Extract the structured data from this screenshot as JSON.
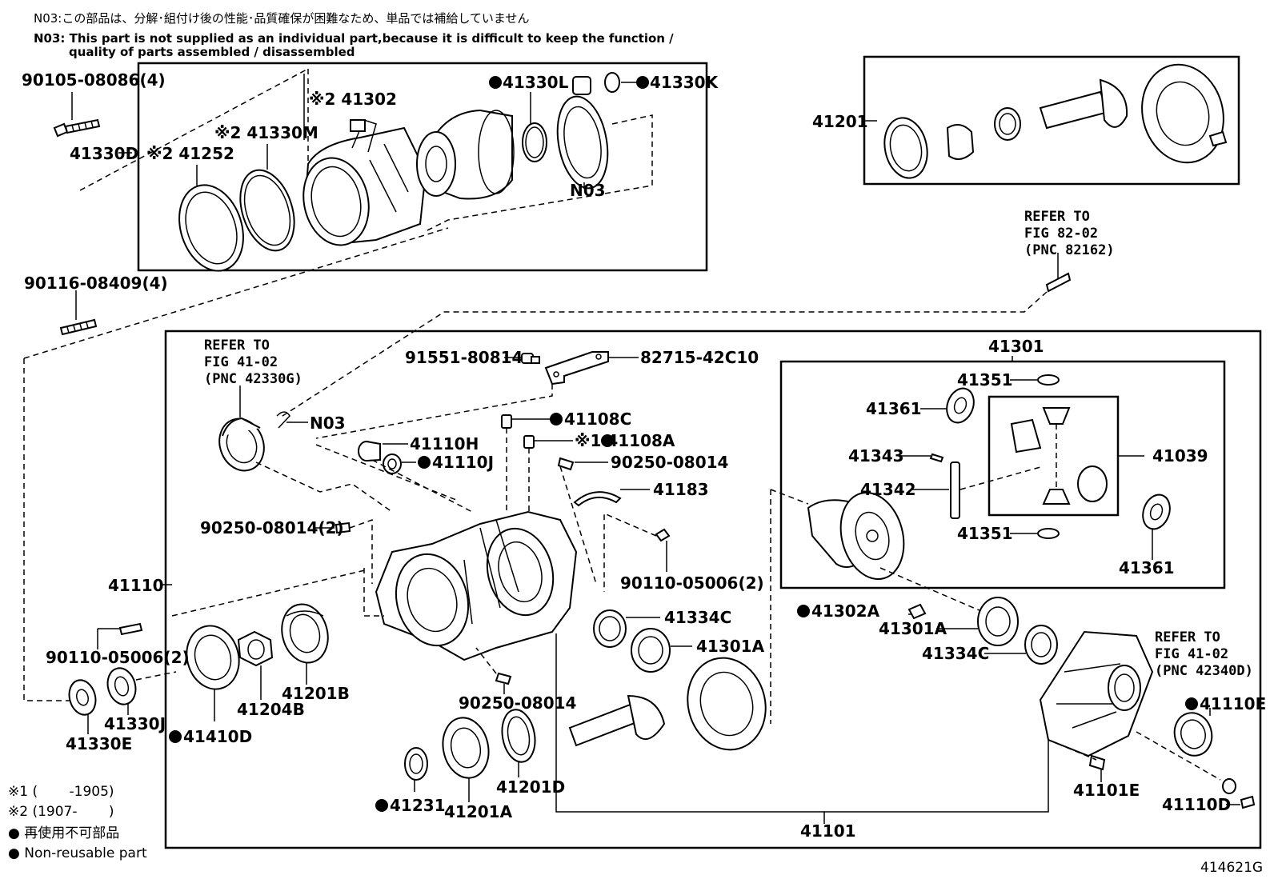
{
  "notes": {
    "n03_jp": "N03:この部品は、分解･組付け後の性能･品質確保が困難なため、単品では補給していません",
    "n03_en_1": "N03: This part is not supplied as an individual part,because it is difficult to keep the function /",
    "n03_en_2": "quality of parts assembled / disassembled"
  },
  "labels": {
    "p90105": "90105-08086(4)",
    "p41330D": "41330D",
    "p41252": "※2 41252",
    "p41330M": "※2 41330M",
    "p41302": "※2 41302",
    "p41330L": "41330L",
    "p41330K": "41330K",
    "pN03a": "N03",
    "p41201": "41201",
    "p90116": "90116-08409(4)",
    "ref82_1": "REFER TO",
    "ref82_2": "FIG 82-02",
    "ref82_3": "(PNC 82162)",
    "ref41a_1": "REFER TO",
    "ref41a_2": "FIG 41-02",
    "ref41a_3": "(PNC 42330G)",
    "pN03b": "N03",
    "p91551": "91551-80814",
    "p82715": "82715-42C10",
    "p41108C": "41108C",
    "p41108A": "※1 41108A",
    "p41110H": "41110H",
    "p41110J": "41110J",
    "p90250a": "90250-08014",
    "p41183": "41183",
    "p90250b": "90250-08014(2)",
    "p90110a": "90110-05006(2)",
    "p41110": "41110",
    "p41334Ca": "41334C",
    "p41301Aa": "41301A",
    "p90110b": "90110-05006(2)",
    "p41330J": "41330J",
    "p41330E": "41330E",
    "p41204B": "41204B",
    "p41201B": "41201B",
    "p41410D": "41410D",
    "p90250c": "90250-08014",
    "p41231": "41231",
    "p41201A": "41201A",
    "p41201D": "41201D",
    "p41301": "41301",
    "p41351a": "41351",
    "p41361a": "41361",
    "p41343": "41343",
    "p41342": "41342",
    "p41039": "41039",
    "p41351b": "41351",
    "p41361b": "41361",
    "p41302A": "41302A",
    "p41301Ab": "41301A",
    "p41334Cb": "41334C",
    "ref41b_1": "REFER TO",
    "ref41b_2": "FIG 41-02",
    "ref41b_3": "(PNC 42340D)",
    "p41110E": "41110E",
    "p41101E": "41101E",
    "p41110D": "41110D",
    "p41101": "41101",
    "fig_id": "414621G"
  },
  "legend": {
    "note1": "※1 (　　 -1905)",
    "note2": "※2 (1907-　　 )",
    "jp": "● 再使用不可部品",
    "en": "● Non-reusable part"
  }
}
